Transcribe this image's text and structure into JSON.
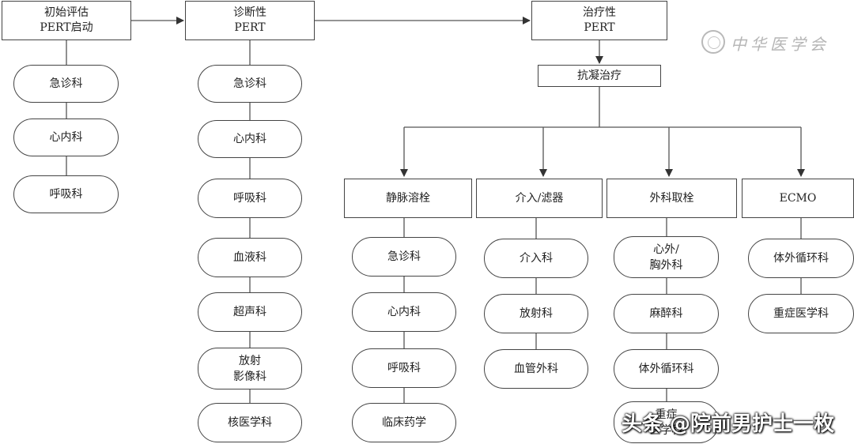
{
  "stages": {
    "initial": "初始评估\nPERT启动",
    "diagnostic": "诊断性\nPERT",
    "treatment": "治疗性\nPERT"
  },
  "anticoagulation": "抗凝治疗",
  "initial_departments": [
    "急诊科",
    "心内科",
    "呼吸科"
  ],
  "diagnostic_departments": [
    "急诊科",
    "心内科",
    "呼吸科",
    "血液科",
    "超声科",
    "放射\n影像科",
    "核医学科"
  ],
  "treatment_branches": [
    {
      "label": "静脉溶栓",
      "departments": [
        "急诊科",
        "心内科",
        "呼吸科",
        "临床药学"
      ]
    },
    {
      "label": "介入/滤器",
      "departments": [
        "介入科",
        "放射科",
        "血管外科"
      ]
    },
    {
      "label": "外科取栓",
      "departments": [
        "心外/\n胸外科",
        "麻醉科",
        "体外循环科",
        "重症\n医学科"
      ]
    },
    {
      "label": "ECMO",
      "departments": [
        "体外循环科",
        "重症医学科"
      ]
    }
  ],
  "watermark": {
    "publisher": "中华医学会",
    "platform": "头条 @院前男护士一枚"
  },
  "colors": {
    "line": "#444444",
    "text": "#222222",
    "watermark": "#b5b5b5"
  }
}
